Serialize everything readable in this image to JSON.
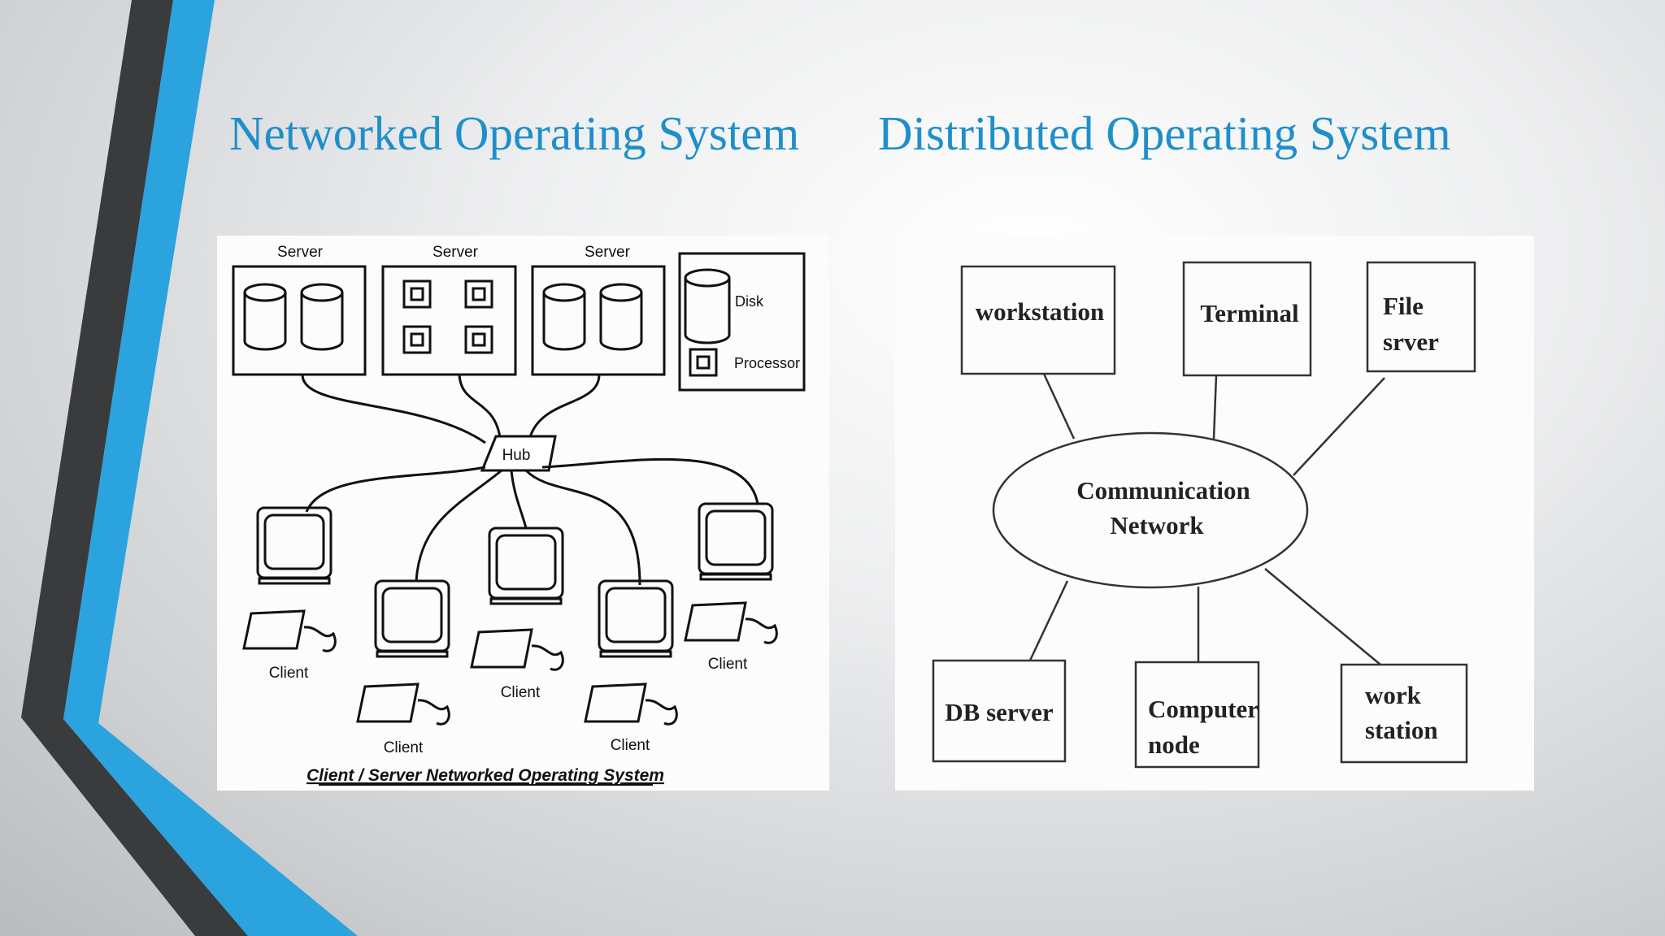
{
  "slide": {
    "title_left": "Networked Operating System",
    "title_right": "Distributed Operating System",
    "accent_color": "#1f8fca",
    "dark_color": "#3a3b3d"
  },
  "networked": {
    "server_labels": [
      "Server",
      "Server",
      "Server"
    ],
    "legend": {
      "disk_label": "Disk",
      "processor_label": "Processor"
    },
    "hub_label": "Hub",
    "client_labels": [
      "Client",
      "Client",
      "Client",
      "Client",
      "Client"
    ],
    "caption": "Client / Server Networked Operating System"
  },
  "distributed": {
    "center_line1": "Communication",
    "center_line2": "Network",
    "workstation": "workstation",
    "terminal": "Terminal",
    "file_server_line1": "File",
    "file_server_line2": "srver",
    "db_server": "DB server",
    "computer_node_line1": "Computer",
    "computer_node_line2": "node",
    "work_station_line1": "work",
    "work_station_line2": "station"
  }
}
